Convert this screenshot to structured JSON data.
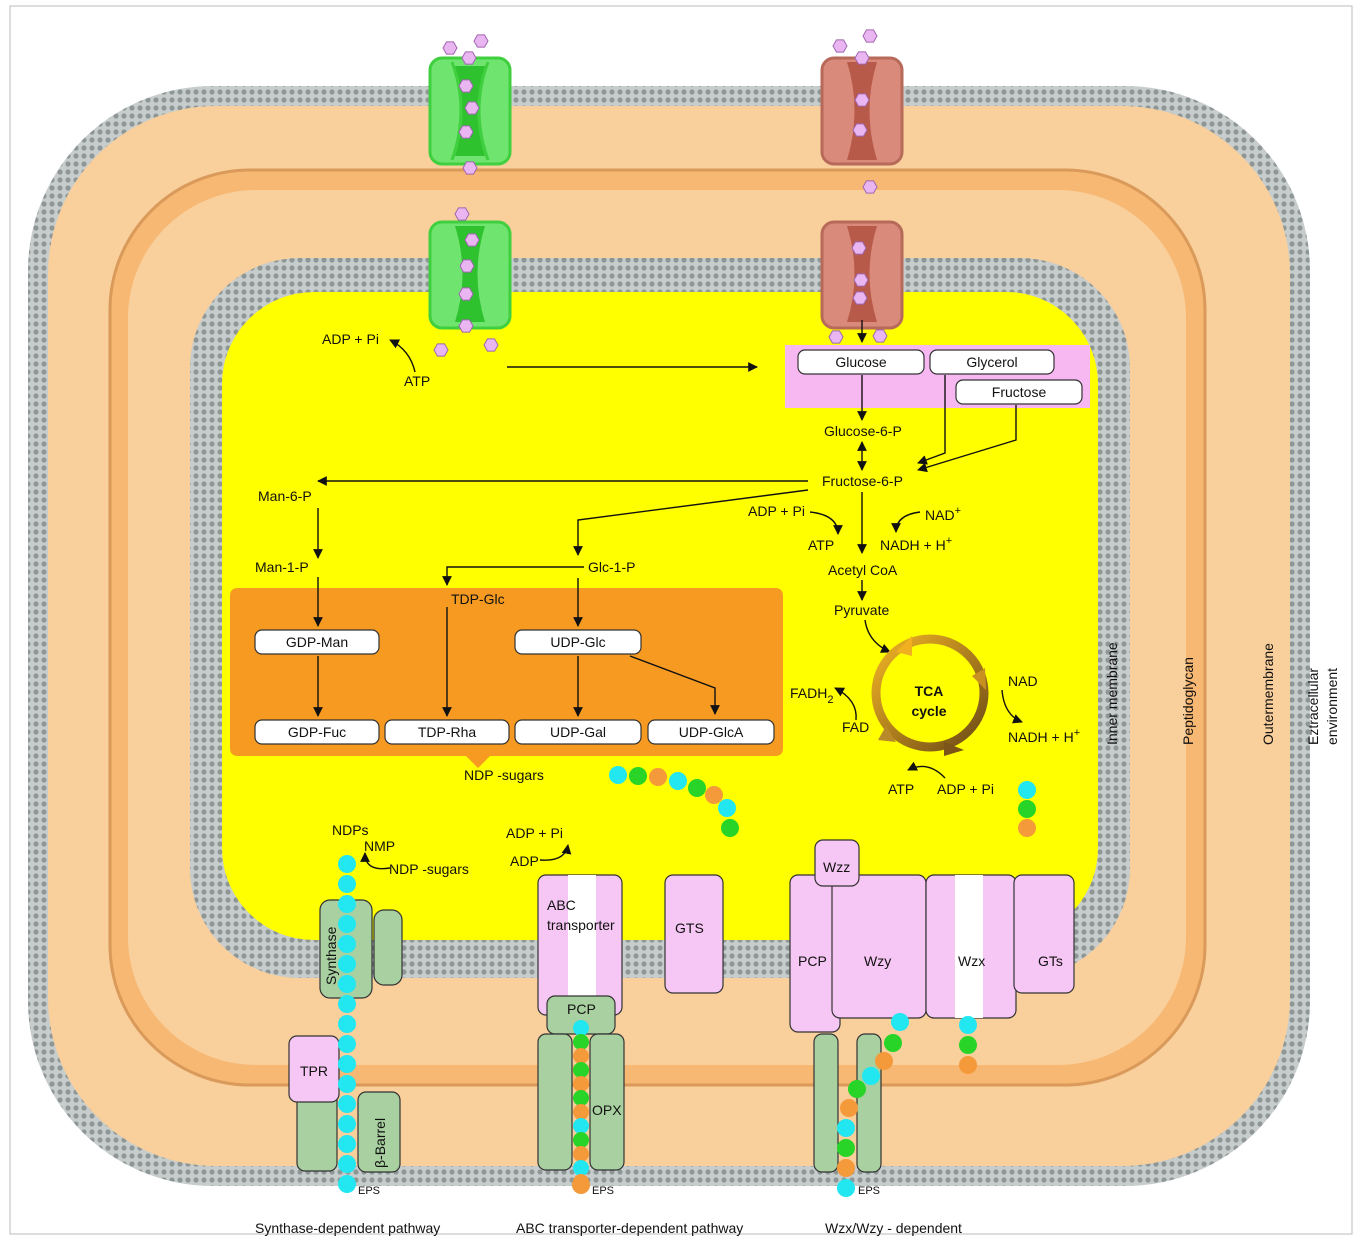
{
  "layers": {
    "inner_membrane": "Inner membrane",
    "peptidoglycan": "Peptidoglycan",
    "outer_membrane": "Outermembrane",
    "extracellular_line1": "Eztracellular",
    "extracellular_line2": "environment"
  },
  "metabolism": {
    "adp_pi_top": "ADP + Pi",
    "atp_top": "ATP",
    "glucose": "Glucose",
    "glycerol": "Glycerol",
    "fructose": "Fructose",
    "glucose_6p": "Glucose-6-P",
    "fructose_6p": "Fructose-6-P",
    "man_6p": "Man-6-P",
    "man_1p": "Man-1-P",
    "glc_1p": "Glc-1-P",
    "tdp_glc": "TDP-Glc",
    "gdp_man": "GDP-Man",
    "udp_glc": "UDP-Glc",
    "gdp_fuc": "GDP-Fuc",
    "tdp_rha": "TDP-Rha",
    "udp_gal": "UDP-Gal",
    "udp_glca": "UDP-GlcA",
    "ndp_sugars": "NDP -sugars",
    "adp_pi_mid": "ADP + Pi",
    "atp_mid": "ATP",
    "nad_plus": "NAD",
    "nad_plus_sup": "+",
    "nadh_h_mid": "NADH + H",
    "nadh_h_mid_sup": "+",
    "acetyl_coa": "Acetyl CoA",
    "pyruvate": "Pyruvate",
    "tca_line1": "TCA",
    "tca_line2": "cycle",
    "fadh2": "FADH",
    "fadh2_sub": "2",
    "fad": "FAD",
    "nad": "NAD",
    "nadh_h_right": "NADH + H",
    "nadh_h_right_sup": "+",
    "atp_bottom": "ATP",
    "adp_pi_bottom": "ADP + Pi"
  },
  "synthase_pathway": {
    "ndps": "NDPs",
    "nmp": "NMP",
    "ndp_sugars": "NDP -sugars",
    "synthase": "Synthase",
    "tpr": "TPR",
    "beta_barrel": "β-Barrel",
    "eps": "EPS",
    "caption": "Synthase-dependent pathway"
  },
  "abc_pathway": {
    "adp_pi": "ADP + Pi",
    "adp": "ADP",
    "abc_line1": "ABC",
    "abc_line2": "transporter",
    "gts": "GTS",
    "pcp": "PCP",
    "opx": "OPX",
    "eps": "EPS",
    "caption": "ABC transporter-dependent pathway"
  },
  "wzx_pathway": {
    "wzz": "Wzz",
    "pcp": "PCP",
    "wzy": "Wzy",
    "wzx": "Wzx",
    "gts": "GTs",
    "eps": "EPS",
    "caption": "Wzx/Wzy - dependent"
  },
  "colors": {
    "cytoplasm": "#ffff00",
    "periplasm": "#f9cf9c",
    "membrane": "#9ea6a6",
    "pink_region": "#f7b8f2",
    "orange_region": "#f79a22",
    "green_transporter": "#7eea7e",
    "red_transporter": "#d98a7a",
    "protein_pink": "#f6c6f4",
    "protein_green": "#a8d0a0",
    "bead_cyan": "#22e6f0",
    "bead_green": "#28d428",
    "bead_orange": "#f59a3a",
    "hexagon": "#e9b6f2"
  }
}
